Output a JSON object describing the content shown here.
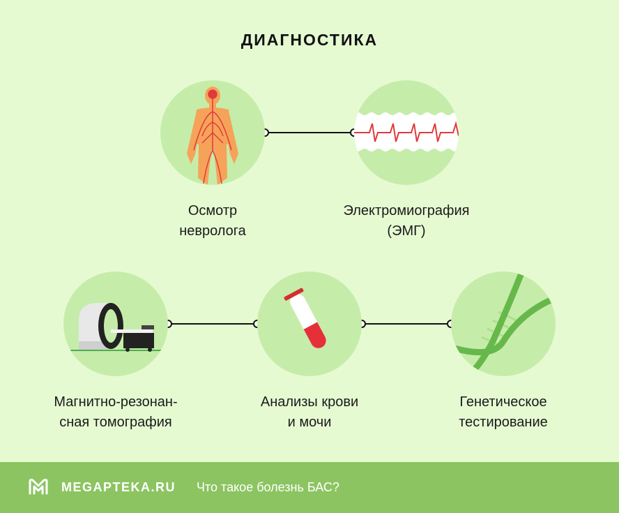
{
  "title": "ДИАГНОСТИКА",
  "items": [
    {
      "line1": "Осмотр",
      "line2": "невролога",
      "icon": "nervous-system-icon"
    },
    {
      "line1": "Электромиография",
      "line2": "(ЭМГ)",
      "icon": "emg-wave-icon"
    },
    {
      "line1": "Магнитно-резонан-",
      "line2": "сная томография",
      "icon": "mri-scanner-icon"
    },
    {
      "line1": "Анализы крови",
      "line2": "и мочи",
      "icon": "test-tube-icon"
    },
    {
      "line1": "Генетическое",
      "line2": "тестирование",
      "icon": "dna-icon"
    }
  ],
  "footer": {
    "brand": "MEGAPTEKA.RU",
    "subtitle": "Что такое болезнь БАС?"
  },
  "colors": {
    "background": "#e6fad2",
    "circle": "#c6ecaa",
    "footer": "#8cc461",
    "accent_red": "#e03a3a"
  }
}
